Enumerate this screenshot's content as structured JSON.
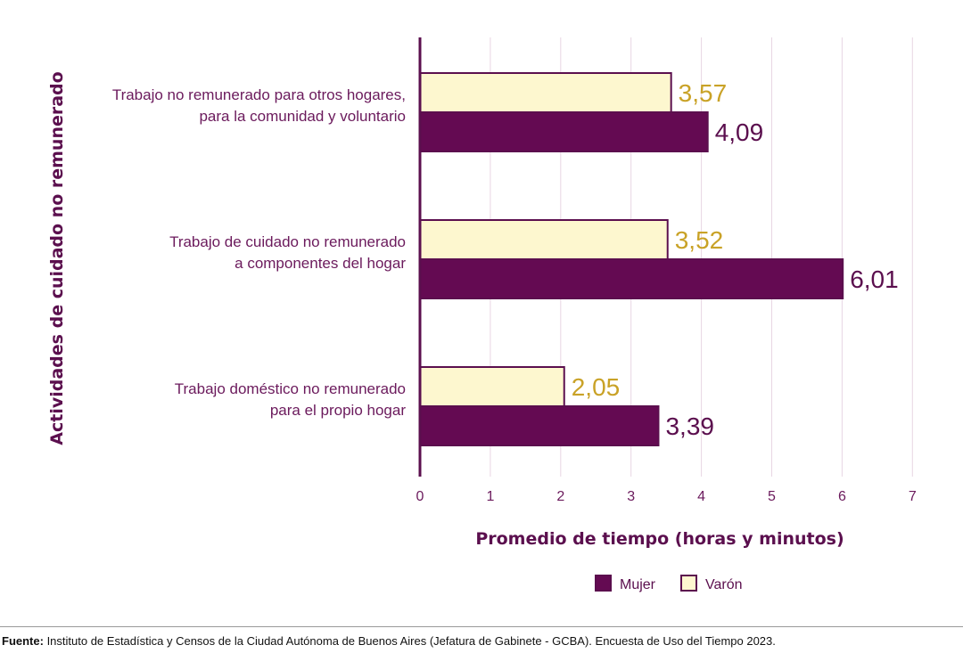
{
  "chart_data": {
    "type": "bar",
    "orientation": "horizontal",
    "categories": [
      [
        "Trabajo no remunerado para otros hogares,",
        "para la comunidad y voluntario"
      ],
      [
        "Trabajo de cuidado no remunerado",
        "a componentes del hogar"
      ],
      [
        "Trabajo doméstico no remunerado",
        "para el propio hogar"
      ]
    ],
    "series": [
      {
        "name": "Varón",
        "values": [
          3.57,
          3.52,
          2.05
        ],
        "labels": [
          "3,57",
          "3,52",
          "2,05"
        ],
        "color": "#fdf7cf",
        "label_color": "#c9a227",
        "stroke": "#5b0f4e"
      },
      {
        "name": "Mujer",
        "values": [
          4.09,
          6.01,
          3.39
        ],
        "labels": [
          "4,09",
          "6,01",
          "3,39"
        ],
        "color": "#640a52",
        "label_color": "#5b0f4e",
        "stroke": "#5b0f4e"
      }
    ],
    "xlabel": "Promedio de tiempo (horas y minutos)",
    "ylabel": "Actividades de cuidado no remunerado",
    "xlim": [
      0,
      7
    ],
    "xticks": [
      "0",
      "1",
      "2",
      "3",
      "4",
      "5",
      "6",
      "7"
    ],
    "grid": true,
    "legend": {
      "placement": "bottom",
      "items": [
        {
          "name": "Mujer",
          "color": "#640a52"
        },
        {
          "name": "Varón",
          "color": "#fdf7cf"
        }
      ]
    }
  },
  "footer": {
    "label": "Fuente:",
    "text": " Instituto de Estadística y Censos de la Ciudad Autónoma de Buenos Aires (Jefatura de Gabinete - GCBA). Encuesta de Uso del Tiempo 2023."
  }
}
